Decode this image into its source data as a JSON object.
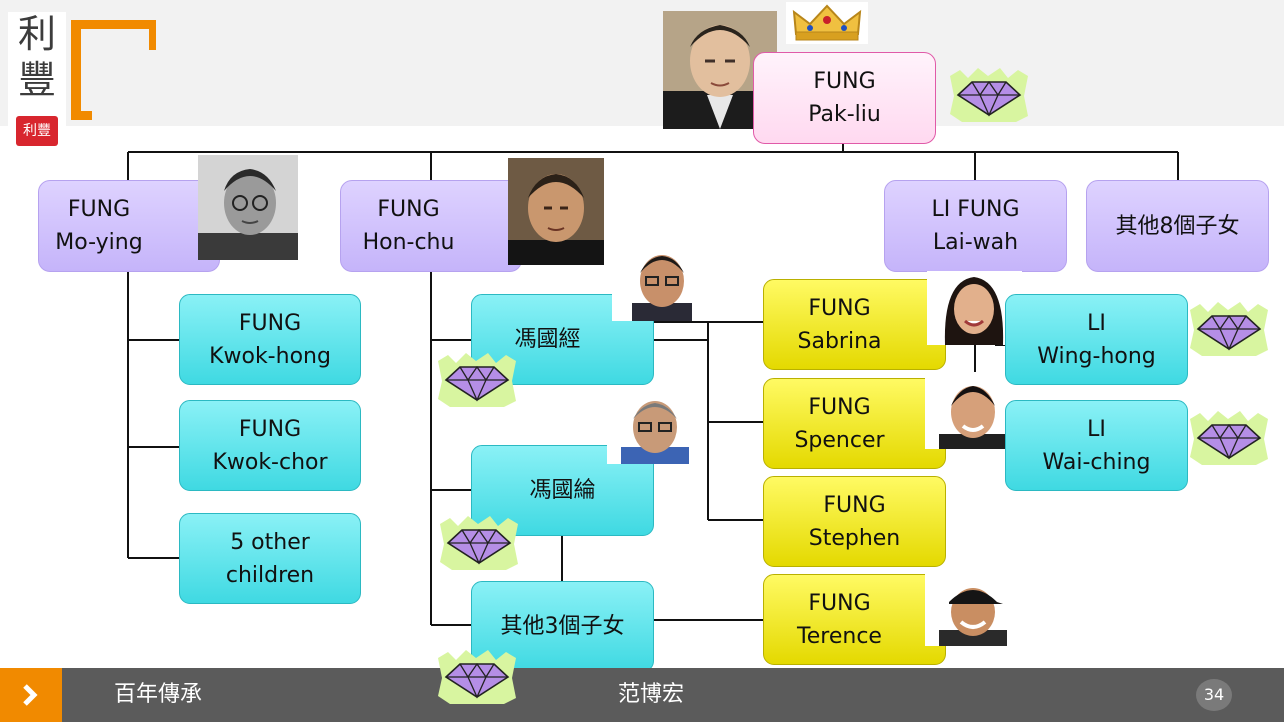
{
  "nodes": {
    "root": "FUNG\nPak-liu",
    "gen2": [
      {
        "name": "FUNG\nMo-ying"
      },
      {
        "name": "FUNG\nHon-chu"
      },
      {
        "name": "LI FUNG\nLai-wah"
      },
      {
        "name": "其他8個子女"
      }
    ],
    "mo_ying_children": [
      "FUNG\nKwok-hong",
      "FUNG\nKwok-chor",
      "5 other\nchildren"
    ],
    "hon_chu_children": [
      "馮國經",
      "馮國綸",
      "其他3個子女"
    ],
    "fung_gen4": [
      "FUNG\nSabrina",
      "FUNG\nSpencer",
      "FUNG\nStephen",
      "FUNG\nTerence"
    ],
    "li_children": [
      "LI\nWing-hong",
      "LI\nWai-ching"
    ]
  },
  "logo": {
    "chars": [
      "利",
      "豐"
    ],
    "seal": "利豐"
  },
  "footer": {
    "left_title": "百年傳承",
    "center_title": "范博宏",
    "page_number": "34"
  },
  "colors": {
    "lavender": "#c9b8fb",
    "cyan": "#4fe0e8",
    "yellow": "#f1e80c",
    "orange": "#f18a00",
    "footer": "#5b5b5b",
    "root_border": "#e05aa8"
  },
  "icons": [
    "crown-icon",
    "diamond-icon",
    "portrait-photo",
    "chevron-right-icon"
  ]
}
